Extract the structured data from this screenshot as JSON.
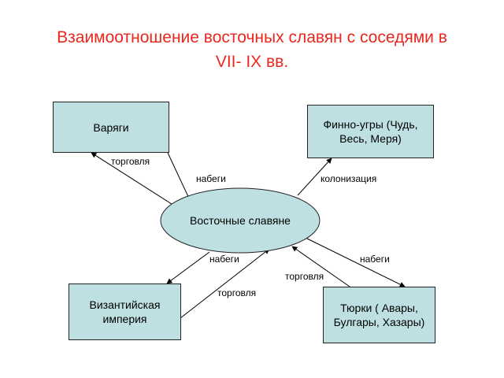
{
  "title": "Взаимоотношение восточных славян с соседями в VII- IX вв.",
  "nodes": {
    "center": "Восточные славяне",
    "varangians": "Варяги",
    "finno_ugric": "Финно-угры (Чудь, Весь, Меря)",
    "byzantium": "Византийская империя",
    "turks": "Тюрки ( Авары, Булгары, Хазары)"
  },
  "labels": {
    "trade_varangians": "торговля",
    "raids_varangians": "набеги",
    "colonization": "колонизация",
    "raids_byzantium": "набеги",
    "raids_turks": "набеги",
    "trade_turks": "торговля",
    "trade_byzantium": "торговля"
  },
  "colors": {
    "title": "#e8281e",
    "box_fill": "#bfe0e2",
    "ellipse_fill": "#bfe0e2",
    "line": "#000000"
  }
}
